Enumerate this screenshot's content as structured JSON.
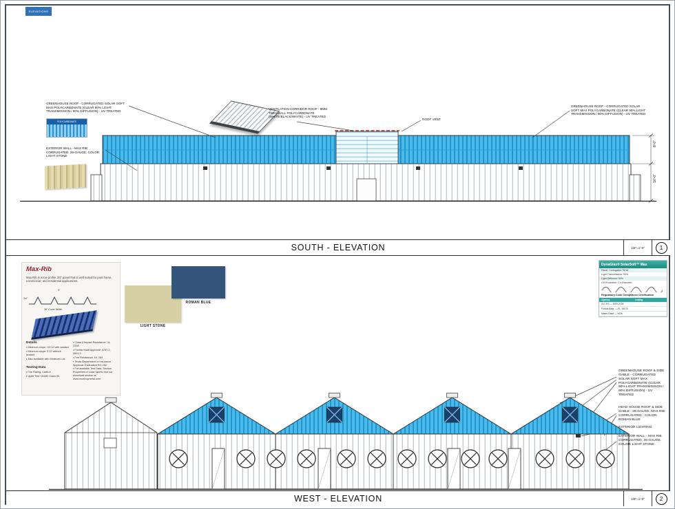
{
  "colors": {
    "poly_blue": "#3db5e8",
    "roman_blue": "#33567a",
    "light_stone": "#d8d0a5",
    "spec_teal": "#2ea8a4",
    "badge_blue": "#2f72b8",
    "maxrib_red": "#9c1f2d"
  },
  "sheet": {
    "badge": "ELEVATIONS",
    "south": {
      "title": "SOUTH - ELEVATION",
      "scale": "1/8\"=1'-0\"",
      "number": "1",
      "callout_roof_left": "GREENHOUSE ROOF - CORRUGATED SOLAR SOFT MAX POLYCARBONATE (CLEAR 90% LIGHT TRANSMISSION / 90% DIFFUSION) - UV TREATED",
      "swatch_poly_label": "POLYCARBONATE",
      "callout_exterior_wall": "EXTERIOR WALL - MAX RIB CORRUGATED, 26-GAUGE, COLOR: LIGHT STONE",
      "callout_vent_corridor": "VENTILATION CORRIDOR ROOF - 8MM TWIN WALL POLYCARBONATE (WHITE/BLACK/WHITE) - UV TREATED",
      "callout_roof_vent": "ROOF VENT",
      "callout_roof_right": "GREENHOUSE ROOF - CORRUGATED SOLAR SOFT MAX POLYCARBONATE (CLEAR 90% LIGHT TRANSMISSION / 90% DIFFUSION) - UV TREATED",
      "dim_upper": "8'-0\"",
      "dim_lower": "16'-0\""
    },
    "west": {
      "title": "WEST - ELEVATION",
      "scale": "1/8\"=1'-0\"",
      "number": "2",
      "callout_greenhouse_roof": "GREENHOUSE ROOF & SIDE GABLE - CORRUGATED SOLAR SOFT MAX POLYCARBONATE (CLEAR 90% LIGHT TRANSMISSION / 90% DIFFUSION) - UV TREATED",
      "callout_headhouse_roof": "HEAD HOUSE ROOF & SIDE GABLE - 26-GAUGE, MAX RIB CORRUGATED - COLOR: ROMAN BLUE",
      "callout_exterior_lighting": "EXTERIOR LIGHTING",
      "callout_exterior_wall": "EXTERIOR WALL - MAX RIB CORRUGATED, 26-GAUGE, COLOR: LIGHT STONE"
    }
  },
  "maxrib": {
    "title": "Max-Rib",
    "description": "Max-Rib is a low profile 3/4\" panel that is well suited for post frame, commercial, and residential applications.",
    "profile_dims": {
      "depth": "3/4\"",
      "pitch": "9\"",
      "cover": "36\" Cover Width"
    },
    "details_title": "Details",
    "details": [
      "Minimum slope: 1/2:12 with sealant",
      "Minimum slope: 3:12 without sealant",
      "Also available with Moisture-Lok"
    ],
    "certs": [
      "Class 4 Impact Resistance: UL 2218",
      "Florida State Approval: 5787.2, 5841.3",
      "Fire Resistance: UL 263",
      "Texas Department of Insurance Approval: Evaluation RC-452",
      "For available Test Data, Section Properties or Load Tables visit our download section at www.mcelroymetal.com"
    ],
    "testing_title": "Testing Data",
    "testing": [
      "Fire Rating: Class A",
      "Uplift Test: UL580 Class 90"
    ]
  },
  "swatches": {
    "light_stone": "LIGHT STONE",
    "roman_blue": "ROMAN BLUE"
  },
  "spec": {
    "title": "DynaGlas® SolarSoft™ Max",
    "rows": [
      [
        "Panel",
        "Corrugated 76/18"
      ],
      [
        "Light Transmission",
        "90%"
      ],
      [
        "Light Diffusion",
        "90%"
      ],
      [
        "UV Protection",
        "Co-Extruded"
      ]
    ],
    "cert_title": "Regulatory Code Compliance Certification",
    "cert_header": [
      "Agency",
      "Listing"
    ],
    "cert_rows": [
      [
        "ICC-ES",
        "ESR-2728"
      ],
      [
        "Florida Bldg.",
        "FL 16178"
      ],
      [
        "Miami-Dade",
        "NOA"
      ]
    ]
  }
}
